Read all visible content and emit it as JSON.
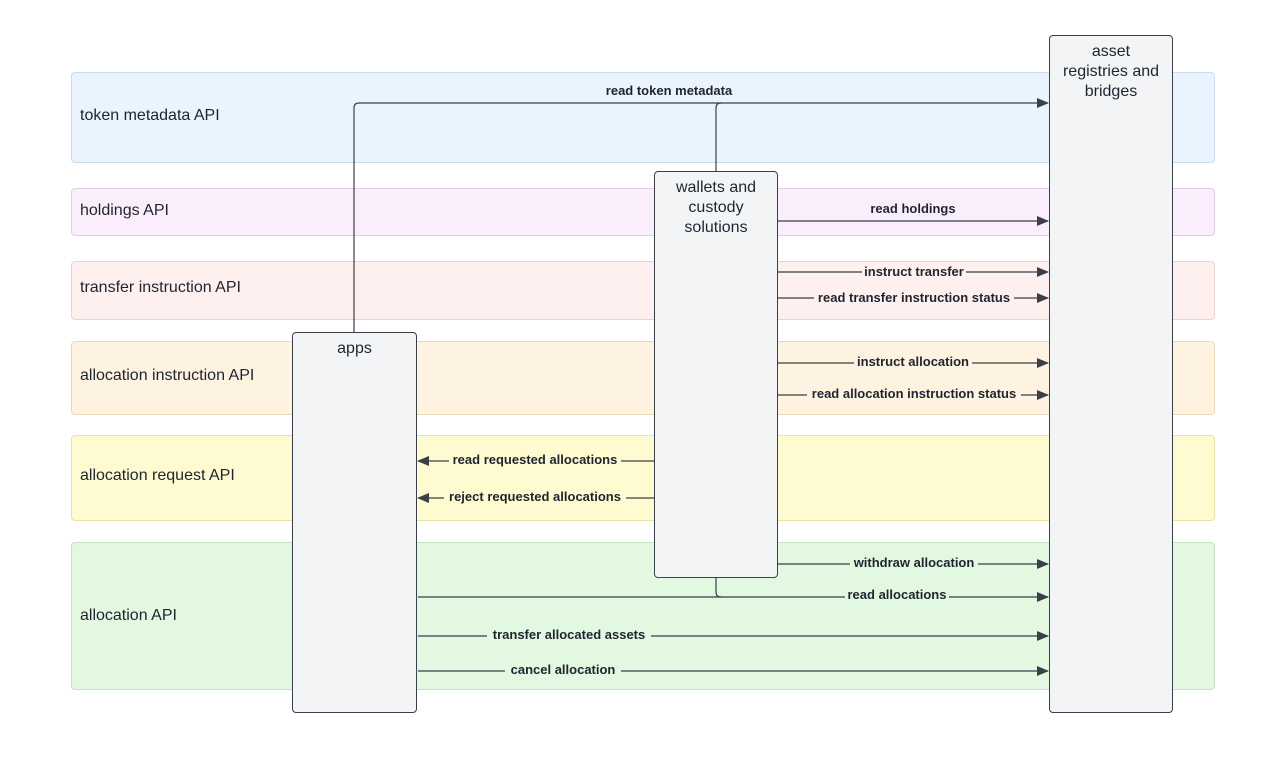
{
  "bands": [
    {
      "id": "token-metadata",
      "label": "token metadata API",
      "fill": "#eaf4fe",
      "stroke": "#c9dcec"
    },
    {
      "id": "holdings",
      "label": "holdings API",
      "fill": "#fbeefc",
      "stroke": "#e3cde6"
    },
    {
      "id": "transfer-instruction",
      "label": "transfer instruction API",
      "fill": "#fdf0ee",
      "stroke": "#ecd3cf"
    },
    {
      "id": "allocation-instruction",
      "label": "allocation instruction API",
      "fill": "#fef2e0",
      "stroke": "#ecd9b9"
    },
    {
      "id": "allocation-request",
      "label": "allocation request API",
      "fill": "#fefbd0",
      "stroke": "#e8e2a6"
    },
    {
      "id": "allocation",
      "label": "allocation API",
      "fill": "#e3f8e1",
      "stroke": "#c5e3c1"
    }
  ],
  "nodes": {
    "apps": {
      "line1": "apps",
      "line2": "",
      "line3": ""
    },
    "wallets": {
      "line1": "wallets and",
      "line2": "custody",
      "line3": "solutions"
    },
    "registries": {
      "line1": "asset",
      "line2": "registries and",
      "line3": "bridges"
    }
  },
  "arrows": [
    {
      "id": "read-token-metadata",
      "label": "read token metadata"
    },
    {
      "id": "read-holdings",
      "label": "read holdings"
    },
    {
      "id": "instruct-transfer",
      "label": "instruct transfer"
    },
    {
      "id": "read-transfer-instruction-status",
      "label": "read transfer instruction status"
    },
    {
      "id": "instruct-allocation",
      "label": "instruct allocation"
    },
    {
      "id": "read-allocation-instruction-status",
      "label": "read allocation instruction status"
    },
    {
      "id": "read-requested-allocations",
      "label": "read requested allocations"
    },
    {
      "id": "reject-requested-allocations",
      "label": "reject requested allocations"
    },
    {
      "id": "withdraw-allocation",
      "label": "withdraw allocation"
    },
    {
      "id": "read-allocations",
      "label": "read allocations"
    },
    {
      "id": "transfer-allocated-assets",
      "label": "transfer allocated assets"
    },
    {
      "id": "cancel-allocation",
      "label": "cancel allocation"
    }
  ],
  "colors": {
    "line": "#3a3f4a",
    "node_fill": "#f3f4f6"
  }
}
